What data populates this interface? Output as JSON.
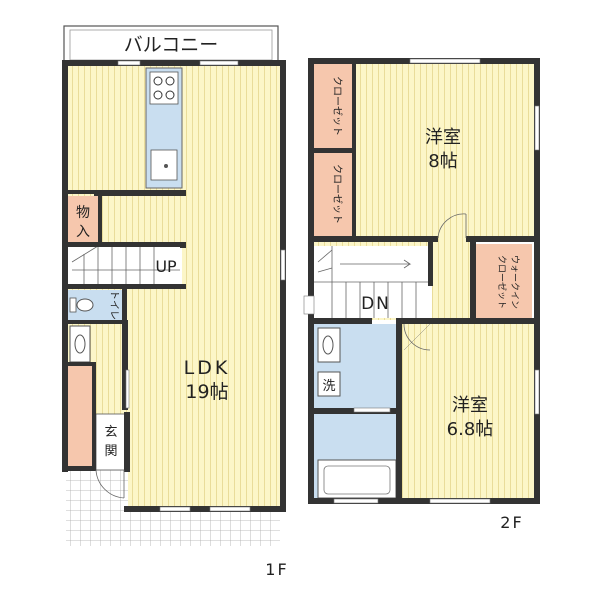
{
  "colors": {
    "floor": "#fcf6c8",
    "floor_stripe": "#e9dc9a",
    "closet": "#f6c7ad",
    "wet": "#c9def0",
    "wall": "#333333",
    "deck": "#ffffff",
    "grid": "#aaaaaa"
  },
  "floor1": {
    "label": "1F",
    "balcony": "バルコニー",
    "storage_line1": "物",
    "storage_line2": "入",
    "stairs": "UP",
    "toilet": "トイレ",
    "ldk_line1": "LDK",
    "ldk_line2": "19帖",
    "entrance_line1": "玄",
    "entrance_line2": "関"
  },
  "floor2": {
    "label": "2F",
    "room1_line1": "洋室",
    "room1_line2": "8帖",
    "room2_line1": "洋室",
    "room2_line2": "6.8帖",
    "closet1": "クローゼット",
    "closet2": "クローゼット",
    "walkin_line1": "ウォークイン",
    "walkin_line2": "クローゼット",
    "stairs": "DN",
    "washroom": "洗"
  }
}
